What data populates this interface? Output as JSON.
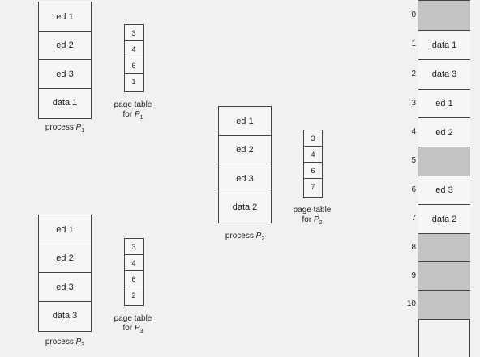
{
  "processes": [
    {
      "pages": [
        "ed 1",
        "ed 2",
        "ed 3",
        "data 1"
      ],
      "caption": "process",
      "caption_sub": "1",
      "page_table": [
        "3",
        "4",
        "6",
        "1"
      ],
      "pt_caption_line1": "page table",
      "pt_caption_line2": "for",
      "pt_caption_sub": "1"
    },
    {
      "pages": [
        "ed 1",
        "ed 2",
        "ed 3",
        "data 2"
      ],
      "caption": "process",
      "caption_sub": "2",
      "page_table": [
        "3",
        "4",
        "6",
        "7"
      ],
      "pt_caption_line1": "page table",
      "pt_caption_line2": "for",
      "pt_caption_sub": "2"
    },
    {
      "pages": [
        "ed 1",
        "ed 2",
        "ed 3",
        "data 3"
      ],
      "caption": "process",
      "caption_sub": "3",
      "page_table": [
        "3",
        "4",
        "6",
        "2"
      ],
      "pt_caption_line1": "page table",
      "pt_caption_line2": "for",
      "pt_caption_sub": "3"
    }
  ],
  "symbol": "P",
  "memory": {
    "frames": [
      {
        "num": "0",
        "content": ""
      },
      {
        "num": "1",
        "content": "data 1"
      },
      {
        "num": "2",
        "content": "data 3"
      },
      {
        "num": "3",
        "content": "ed 1"
      },
      {
        "num": "4",
        "content": "ed 2"
      },
      {
        "num": "5",
        "content": ""
      },
      {
        "num": "6",
        "content": "ed 3"
      },
      {
        "num": "7",
        "content": "data 2"
      },
      {
        "num": "8",
        "content": ""
      },
      {
        "num": "9",
        "content": ""
      },
      {
        "num": "10",
        "content": ""
      }
    ],
    "empty_color": "#c4c4c4",
    "filled_color": "#f6f6f6"
  }
}
